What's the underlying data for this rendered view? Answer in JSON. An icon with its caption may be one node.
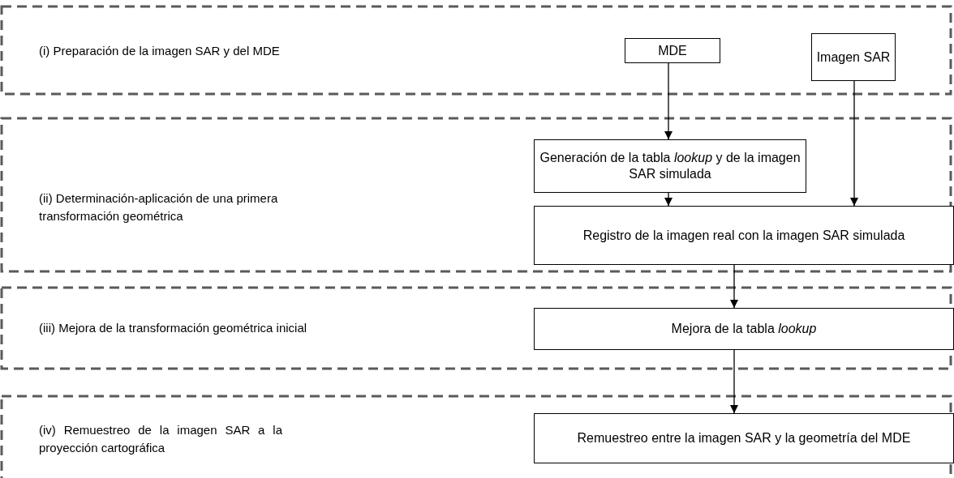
{
  "diagram": {
    "nodes": [
      {
        "text": [
          "(i) Preparación de la imagen SAR y del MDE"
        ]
      },
      {
        "text": [
          "(ii) Determinación-aplicación de una primera transformación geométrica"
        ]
      },
      {
        "text": [
          "(iii) Mejora de la transformación geométrica inicial"
        ]
      },
      {
        "text": [
          "(iv) Remuestreo de la imagen SAR a la proyección cartográfica"
        ]
      },
      {
        "text": [
          "MDE"
        ],
        "in": 0
      },
      {
        "text": [
          "Imagen SAR"
        ],
        "in": 0
      },
      {
        "text": [
          "Generación de la tabla *lookup* y de la imagen SAR simulada"
        ],
        "in": 1
      },
      {
        "text": [
          "Registro de la imagen real con la imagen SAR simulada"
        ],
        "in": 1
      },
      {
        "text": [
          "Mejora de la tabla *lookup*"
        ],
        "in": 2
      },
      {
        "text": [
          "Remuestreo entre la imagen SAR y la geometría del MDE"
        ],
        "in": 3
      }
    ],
    "edges": [
      {
        "from": 4,
        "to": 6,
        "arrow": "to"
      },
      {
        "from": 5,
        "to": 7,
        "arrow": "to"
      },
      {
        "from": 6,
        "to": 7,
        "arrow": "to"
      },
      {
        "from": 7,
        "to": 8,
        "arrow": "to"
      },
      {
        "from": 8,
        "to": 9,
        "arrow": "to"
      }
    ]
  }
}
